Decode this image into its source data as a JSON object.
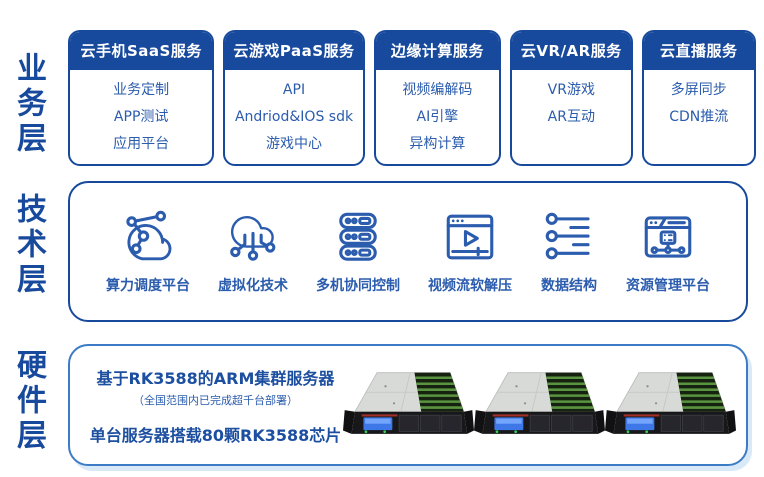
{
  "layers": {
    "business": {
      "label": "业务层",
      "cards": [
        {
          "title": "云手机SaaS服务",
          "items": [
            "业务定制",
            "APP测试",
            "应用平台"
          ]
        },
        {
          "title": "云游戏PaaS服务",
          "items": [
            "API",
            "Andriod&IOS sdk",
            "游戏中心"
          ]
        },
        {
          "title": "边缘计算服务",
          "items": [
            "视频编解码",
            "AI引擎",
            "异构计算"
          ]
        },
        {
          "title": "云VR/AR服务",
          "items": [
            "VR游戏",
            "AR互动"
          ]
        },
        {
          "title": "云直播服务",
          "items": [
            "多屏同步",
            "CDN推流"
          ]
        }
      ]
    },
    "technology": {
      "label": "技术层",
      "items": [
        {
          "icon": "cloud-network-icon",
          "label": "算力调度平台"
        },
        {
          "icon": "cloud-branches-icon",
          "label": "虚拟化技术"
        },
        {
          "icon": "server-stack-icon",
          "label": "多机协同控制"
        },
        {
          "icon": "video-player-window-icon",
          "label": "视频流软解压"
        },
        {
          "icon": "sliders-list-icon",
          "label": "数据结构"
        },
        {
          "icon": "window-server-network-icon",
          "label": "资源管理平台"
        }
      ]
    },
    "hardware": {
      "label": "硬件层",
      "line1": "基于RK3588的ARM集群服务器",
      "note": "（全国范围内已完成超千台部署）",
      "line2": "单台服务器搭载80颗RK3588芯片",
      "server_image_count": 3
    }
  },
  "colors": {
    "primary_navy": "#17499C",
    "body_text_blue": "#2B5CAD",
    "hardware_border_blue": "#3C7CC6",
    "shadow_blue": "#D9E9F7",
    "background": "#FFFFFF"
  }
}
